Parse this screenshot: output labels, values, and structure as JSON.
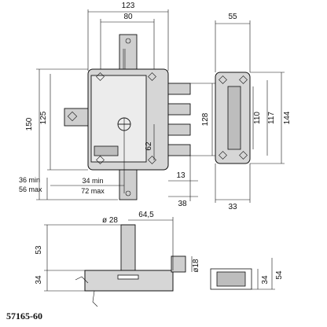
{
  "product_code": "57165-60",
  "dimensions": {
    "width_total": "123",
    "width_inner": "80",
    "height_total": "150",
    "height_case": "125",
    "height_bolts": "128",
    "key_offset": "62",
    "backset_min": "34 min",
    "backset_max": "72 max",
    "bolt_throw_min": "36 min",
    "bolt_throw_max": "56 max",
    "faceplate_width": "55",
    "faceplate_h1": "110",
    "faceplate_h2": "117",
    "faceplate_h3": "144",
    "bolt_depth": "13",
    "bolt_length": "38",
    "plate_thickness": "33",
    "cylinder_dia": "ø 28",
    "cylinder_offset": "64,5",
    "bolt_dia": "ø18",
    "top_height": "53",
    "base_height": "34",
    "side_h1": "34",
    "side_h2": "54"
  }
}
